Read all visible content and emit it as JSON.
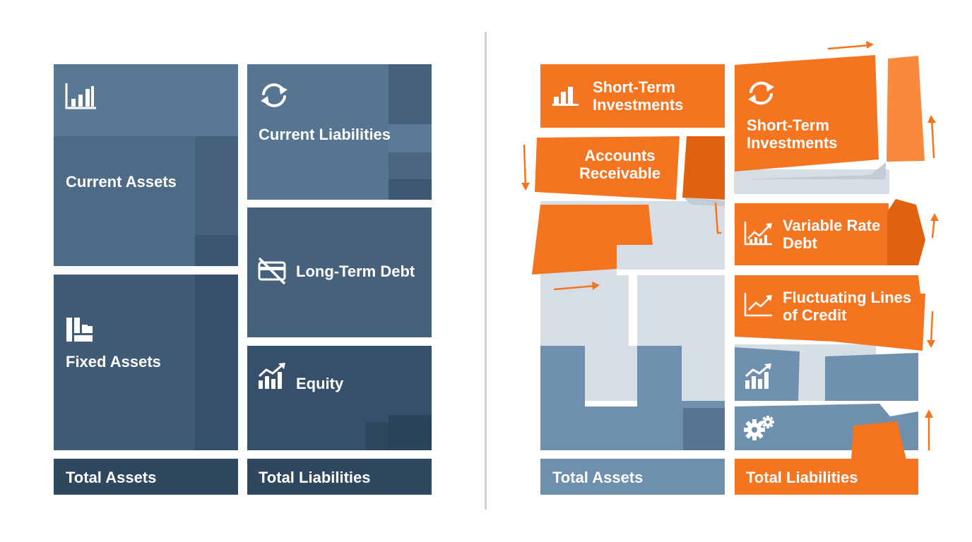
{
  "left_panel": {
    "current_assets": "Current Assets",
    "fixed_assets": "Fixed Assets",
    "current_liabilities": "Current Liabilities",
    "long_term_debt": "Long-Term Debt",
    "equity": "Equity",
    "total_assets": "Total Assets",
    "total_liabilities": "Total Liabilities"
  },
  "right_panel": {
    "short_term_investments_1": [
      "Short-Term",
      "Investments"
    ],
    "short_term_investments_2": [
      "Short-Term",
      "Investments"
    ],
    "accounts_receivable": [
      "Accounts",
      "Receivable"
    ],
    "variable_rate_debt": [
      "Variable Rate",
      "Debt"
    ],
    "fluctuating_lines_of_credit": [
      "Fluctuating Lines",
      "of Credit"
    ],
    "total_assets": "Total Assets",
    "total_liabilities": "Total Liabilities"
  },
  "colors": {
    "slate_light": "#587894",
    "slate_mid": "#4a6681",
    "slate_dark": "#2f4860",
    "orange": "#f47420",
    "orange_dark": "#e0620f",
    "steel_blue": "#6f8fae",
    "pale_gray": "#d6dde4",
    "divider": "#c9d2db"
  }
}
